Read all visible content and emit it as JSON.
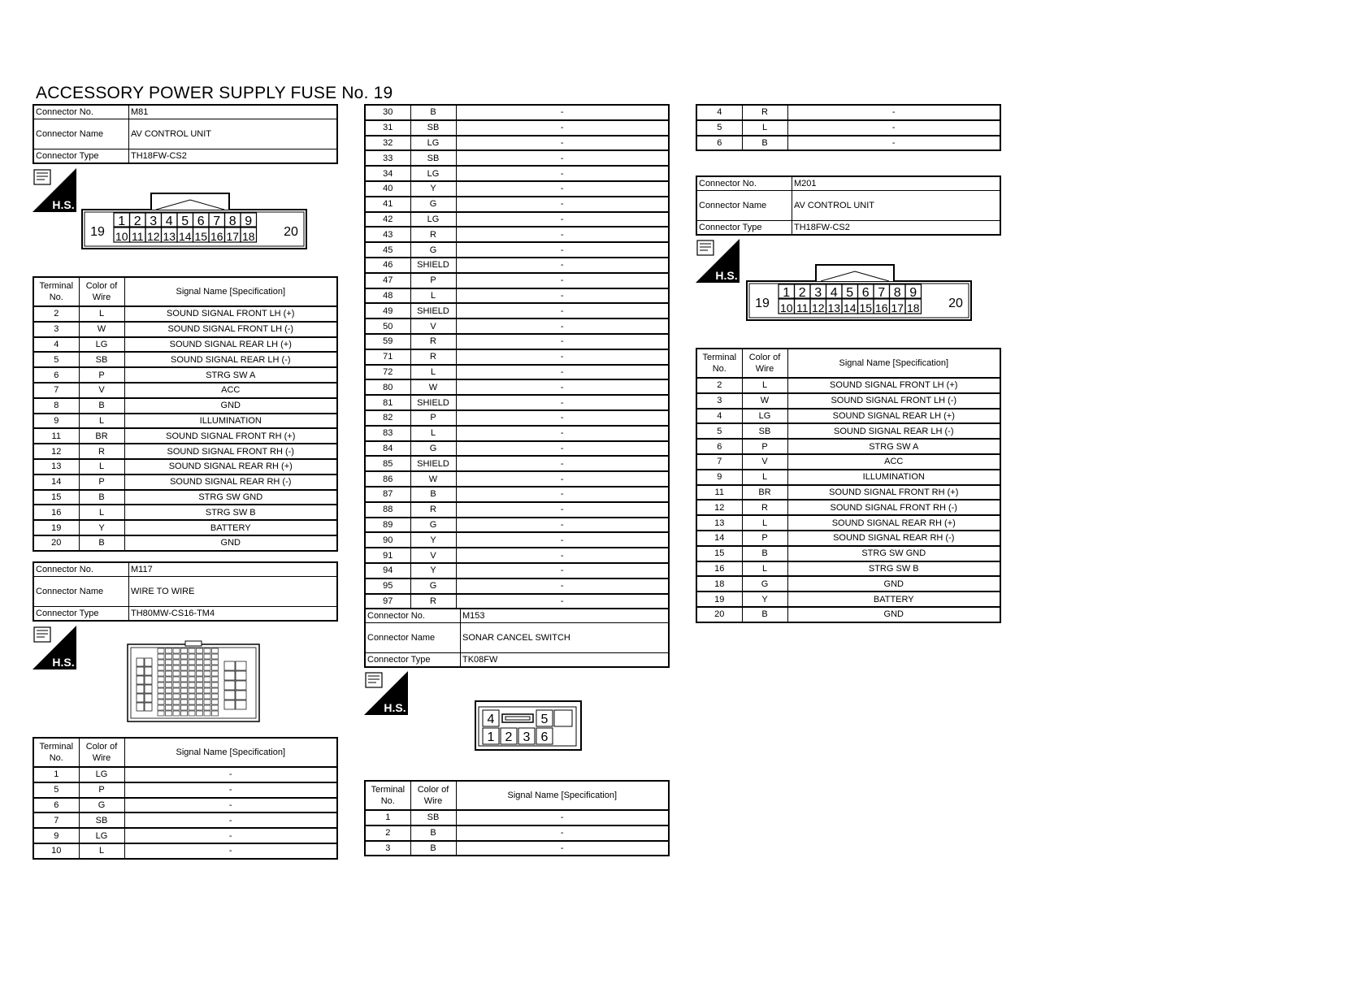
{
  "title": "ACCESSORY POWER SUPPLY FUSE No. 19",
  "labels": {
    "connector_no": "Connector No.",
    "connector_name": "Connector Name",
    "connector_type": "Connector Type",
    "terminal_no": "Terminal No.",
    "color_of_wire": "Color of Wire",
    "signal_name": "Signal Name [Specification]",
    "hs_badge": "H.S."
  },
  "m81": {
    "connector_no": "M81",
    "connector_name": "AV CONTROL UNIT",
    "connector_type": "TH18FW-CS2",
    "rows": [
      [
        "2",
        "L",
        "SOUND SIGNAL FRONT LH (+)"
      ],
      [
        "3",
        "W",
        "SOUND SIGNAL FRONT LH (-)"
      ],
      [
        "4",
        "LG",
        "SOUND SIGNAL REAR LH (+)"
      ],
      [
        "5",
        "SB",
        "SOUND SIGNAL REAR LH (-)"
      ],
      [
        "6",
        "P",
        "STRG SW A"
      ],
      [
        "7",
        "V",
        "ACC"
      ],
      [
        "8",
        "B",
        "GND"
      ],
      [
        "9",
        "L",
        "ILLUMINATION"
      ],
      [
        "11",
        "BR",
        "SOUND SIGNAL FRONT RH (+)"
      ],
      [
        "12",
        "R",
        "SOUND SIGNAL FRONT RH (-)"
      ],
      [
        "13",
        "L",
        "SOUND SIGNAL REAR RH (+)"
      ],
      [
        "14",
        "P",
        "SOUND SIGNAL REAR RH (-)"
      ],
      [
        "15",
        "B",
        "STRG SW GND"
      ],
      [
        "16",
        "L",
        "STRG SW B"
      ],
      [
        "19",
        "Y",
        "BATTERY"
      ],
      [
        "20",
        "B",
        "GND"
      ]
    ]
  },
  "m117": {
    "connector_no": "M117",
    "connector_name": "WIRE TO WIRE",
    "connector_type": "TH80MW-CS16-TM4",
    "rows": [
      [
        "1",
        "LG",
        "-"
      ],
      [
        "5",
        "P",
        "-"
      ],
      [
        "6",
        "G",
        "-"
      ],
      [
        "7",
        "SB",
        "-"
      ],
      [
        "9",
        "LG",
        "-"
      ],
      [
        "10",
        "L",
        "-"
      ]
    ],
    "rows_cont1": [
      [
        "30",
        "B",
        "-"
      ],
      [
        "31",
        "SB",
        "-"
      ],
      [
        "32",
        "LG",
        "-"
      ],
      [
        "33",
        "SB",
        "-"
      ],
      [
        "34",
        "LG",
        "-"
      ],
      [
        "40",
        "Y",
        "-"
      ],
      [
        "41",
        "G",
        "-"
      ],
      [
        "42",
        "LG",
        "-"
      ],
      [
        "43",
        "R",
        "-"
      ],
      [
        "45",
        "G",
        "-"
      ],
      [
        "46",
        "SHIELD",
        "-"
      ],
      [
        "47",
        "P",
        "-"
      ],
      [
        "48",
        "L",
        "-"
      ],
      [
        "49",
        "SHIELD",
        "-"
      ],
      [
        "50",
        "V",
        "-"
      ],
      [
        "59",
        "R",
        "-"
      ],
      [
        "71",
        "R",
        "-"
      ],
      [
        "72",
        "L",
        "-"
      ],
      [
        "80",
        "W",
        "-"
      ],
      [
        "81",
        "SHIELD",
        "-"
      ],
      [
        "82",
        "P",
        "-"
      ],
      [
        "83",
        "L",
        "-"
      ],
      [
        "84",
        "G",
        "-"
      ],
      [
        "85",
        "SHIELD",
        "-"
      ],
      [
        "86",
        "W",
        "-"
      ],
      [
        "87",
        "B",
        "-"
      ],
      [
        "88",
        "R",
        "-"
      ],
      [
        "89",
        "G",
        "-"
      ],
      [
        "90",
        "Y",
        "-"
      ],
      [
        "91",
        "V",
        "-"
      ],
      [
        "94",
        "Y",
        "-"
      ],
      [
        "95",
        "G",
        "-"
      ],
      [
        "97",
        "R",
        "-"
      ]
    ]
  },
  "m153": {
    "connector_no": "M153",
    "connector_name": "SONAR CANCEL SWITCH",
    "connector_type": "TK08FW",
    "rows": [
      [
        "1",
        "SB",
        "-"
      ],
      [
        "2",
        "B",
        "-"
      ],
      [
        "3",
        "B",
        "-"
      ]
    ],
    "rows_cont": [
      [
        "4",
        "R",
        "-"
      ],
      [
        "5",
        "L",
        "-"
      ],
      [
        "6",
        "B",
        "-"
      ]
    ],
    "pins_top": [
      "4",
      "5"
    ],
    "pins_bottom": [
      "1",
      "2",
      "3",
      "6"
    ]
  },
  "m201": {
    "connector_no": "M201",
    "connector_name": "AV CONTROL UNIT",
    "connector_type": "TH18FW-CS2",
    "rows": [
      [
        "2",
        "L",
        "SOUND SIGNAL FRONT LH (+)"
      ],
      [
        "3",
        "W",
        "SOUND SIGNAL FRONT LH (-)"
      ],
      [
        "4",
        "LG",
        "SOUND SIGNAL REAR LH (+)"
      ],
      [
        "5",
        "SB",
        "SOUND SIGNAL REAR LH (-)"
      ],
      [
        "6",
        "P",
        "STRG SW A"
      ],
      [
        "7",
        "V",
        "ACC"
      ],
      [
        "9",
        "L",
        "ILLUMINATION"
      ],
      [
        "11",
        "BR",
        "SOUND SIGNAL FRONT RH (+)"
      ],
      [
        "12",
        "R",
        "SOUND SIGNAL FRONT RH (-)"
      ],
      [
        "13",
        "L",
        "SOUND SIGNAL REAR RH (+)"
      ],
      [
        "14",
        "P",
        "SOUND SIGNAL REAR RH (-)"
      ],
      [
        "15",
        "B",
        "STRG SW GND"
      ],
      [
        "16",
        "L",
        "STRG SW B"
      ],
      [
        "18",
        "G",
        "GND"
      ],
      [
        "19",
        "Y",
        "BATTERY"
      ],
      [
        "20",
        "B",
        "GND"
      ]
    ]
  },
  "connector18": {
    "top": [
      "1",
      "2",
      "3",
      "4",
      "5",
      "6",
      "7",
      "8",
      "9"
    ],
    "bottom": [
      "10",
      "11",
      "12",
      "13",
      "14",
      "15",
      "16",
      "17",
      "18"
    ],
    "left": "19",
    "right": "20"
  }
}
